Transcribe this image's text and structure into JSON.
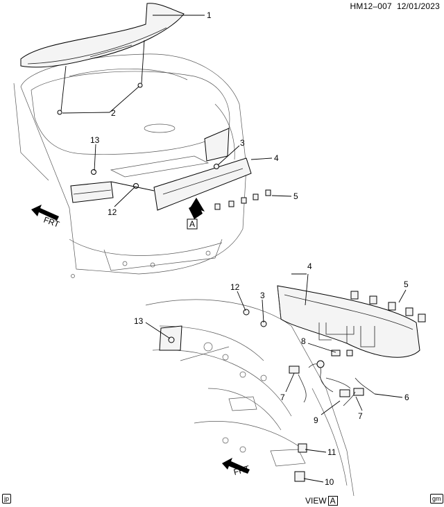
{
  "header": {
    "doc_id": "HM12–007",
    "date": "12/01/2023"
  },
  "footer": {
    "left_badge": "jp",
    "right_badge": "gm",
    "view_label": "VIEW",
    "view_letter": "A"
  },
  "markers": {
    "view_a_letter": "A",
    "frt_label": "FRT"
  },
  "callouts": {
    "top": [
      "1",
      "2",
      "3",
      "4",
      "5",
      "12",
      "13"
    ],
    "bottom": [
      "4",
      "5",
      "12",
      "3",
      "13",
      "8",
      "7",
      "9",
      "6",
      "7",
      "11",
      "10"
    ]
  }
}
